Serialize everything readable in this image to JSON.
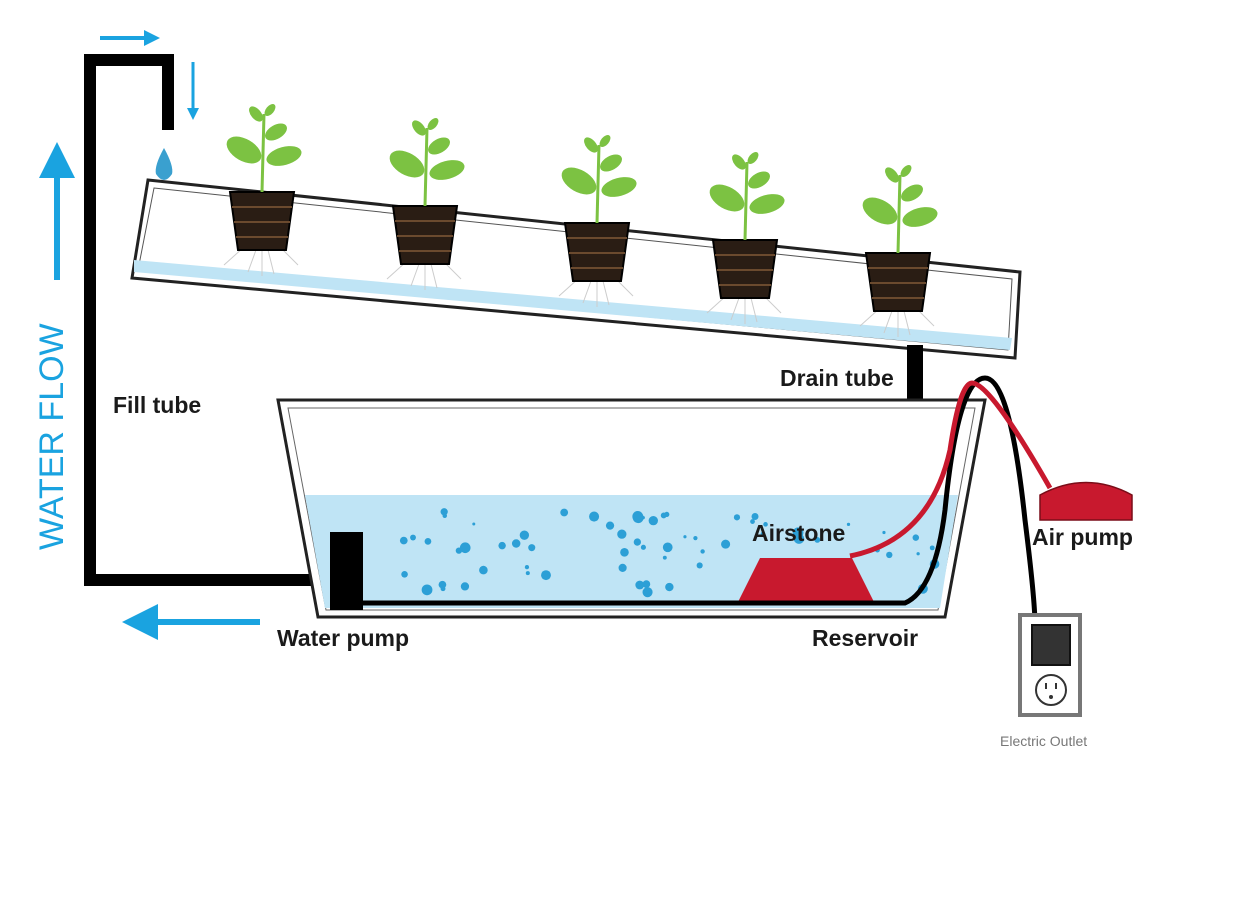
{
  "labels": {
    "water_flow": "WATER FLOW",
    "fill_tube": "Fill tube",
    "drain_tube": "Drain tube",
    "airstone": "Airstone",
    "air_pump": "Air pump",
    "water_pump": "Water pump",
    "reservoir": "Reservoir",
    "electric_outlet": "Electric Outlet"
  },
  "colors": {
    "flow_arrow": "#1aa3e0",
    "water": "#bfe4f5",
    "tube": "#000000",
    "air_tube": "#c8192e",
    "airstone": "#c8192e",
    "leaf": "#7cc242"
  },
  "plants_count": 5
}
